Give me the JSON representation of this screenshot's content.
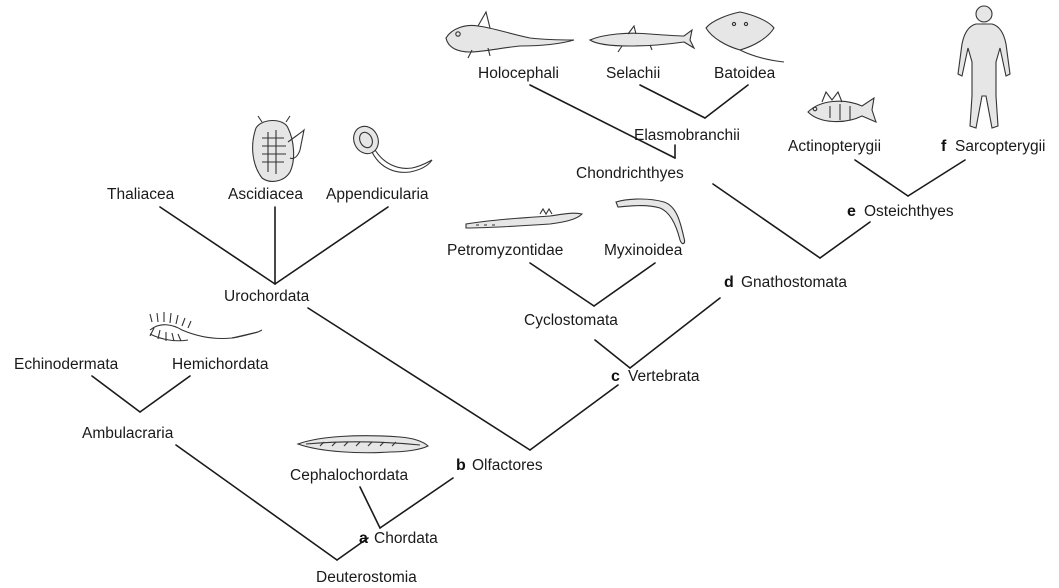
{
  "taxa": {
    "deuterostomia": "Deuterostomia",
    "chordata": "Chordata",
    "ambulacraria": "Ambulacraria",
    "echinodermata": "Echinodermata",
    "hemichordata": "Hemichordata",
    "cephalochordata": "Cephalochordata",
    "olfactores": "Olfactores",
    "urochordata": "Urochordata",
    "thaliacea": "Thaliacea",
    "ascidiacea": "Ascidiacea",
    "appendicularia": "Appendicularia",
    "vertebrata": "Vertebrata",
    "cyclostomata": "Cyclostomata",
    "petromyzontidae": "Petromyzontidae",
    "myxinoidea": "Myxinoidea",
    "gnathostomata": "Gnathostomata",
    "chondrichthyes": "Chondrichthyes",
    "holocephali": "Holocephali",
    "elasmobranchii": "Elasmobranchii",
    "selachii": "Selachii",
    "batoidea": "Batoidea",
    "osteichthyes": "Osteichthyes",
    "actinopterygii": "Actinopterygii",
    "sarcopterygii": "Sarcopterygii"
  },
  "markers": {
    "a": "a",
    "b": "b",
    "c": "c",
    "d": "d",
    "e": "e",
    "f": "f"
  },
  "illustrations": [
    "acorn-worm-icon",
    "ascidian-icon",
    "larvacean-icon",
    "lancelet-icon",
    "lamprey-icon",
    "hagfish-icon",
    "chimaera-icon",
    "shark-icon",
    "ray-icon",
    "perch-icon",
    "human-icon"
  ]
}
